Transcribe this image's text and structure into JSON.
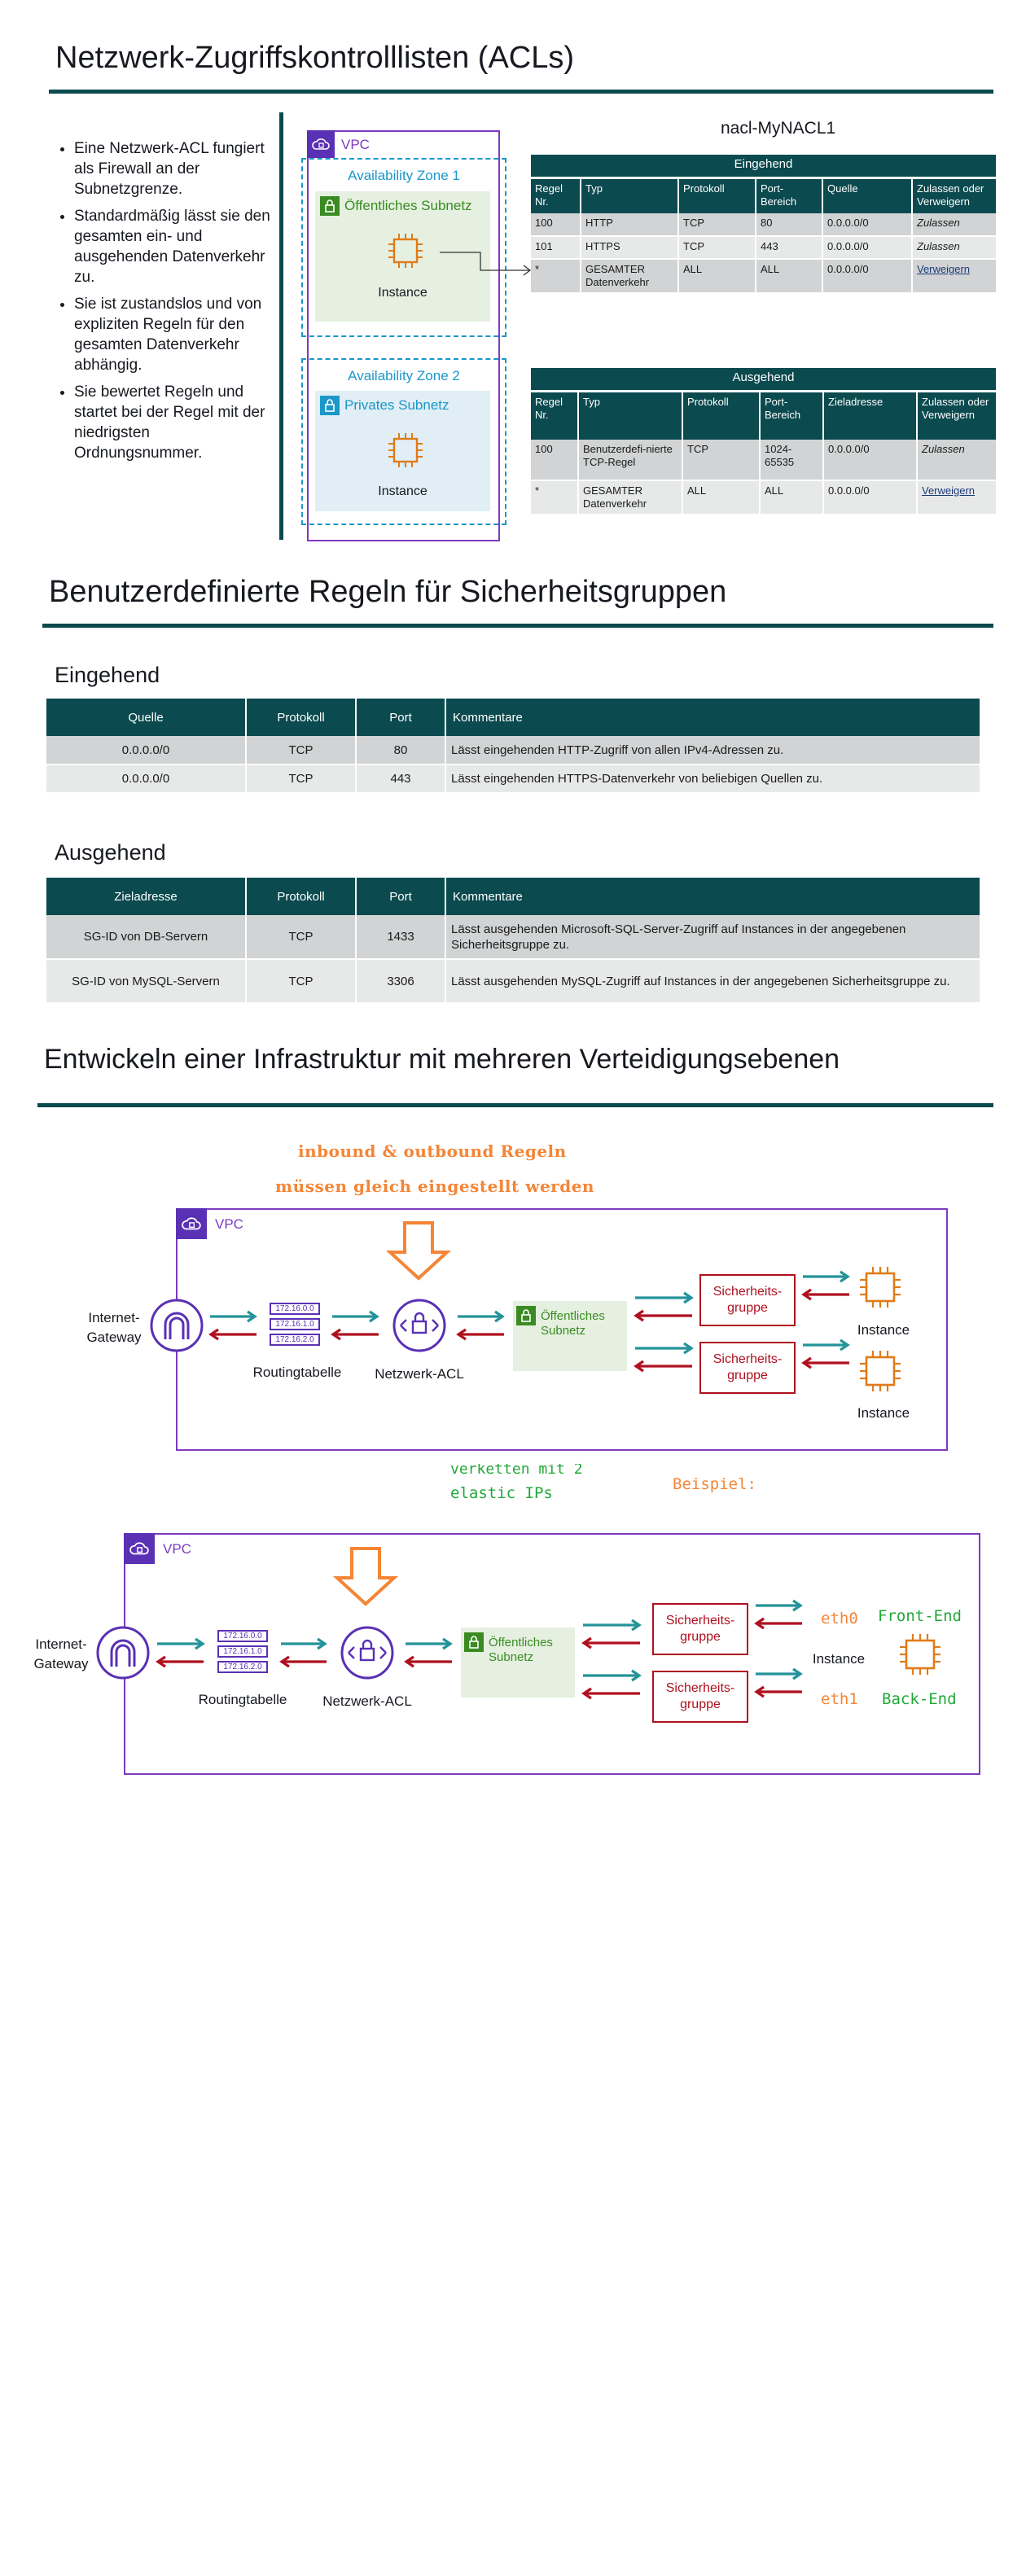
{
  "section1": {
    "title": "Netzwerk-Zugriffskontrolllisten (ACLs)",
    "bullets": [
      "Eine Netzwerk-ACL fungiert als Firewall an der Subnetzgrenze.",
      "Standardmäßig lässt sie den gesamten ein- und ausgehenden Datenverkehr zu.",
      "Sie ist zustandslos und von expliziten Regeln für den gesamten Datenverkehr abhängig.",
      "Sie bewertet Regeln und startet bei der Regel mit der niedrigsten Ordnungsnummer."
    ],
    "vpc_label": "VPC",
    "az1_label": "Availability Zone 1",
    "az2_label": "Availability Zone 2",
    "public_subnet_label": "Öffentliches Subnetz",
    "private_subnet_label": "Privates Subnetz",
    "instance_label": "Instance",
    "nacl_title": "nacl-MyNACL1",
    "inbound": {
      "caption": "Eingehend",
      "headers": [
        "Regel Nr.",
        "Typ",
        "Protokoll",
        "Port-Bereich",
        "Quelle",
        "Zulassen oder Verweigern"
      ],
      "rows": [
        [
          "100",
          "HTTP",
          "TCP",
          "80",
          "0.0.0.0/0",
          "Zulassen"
        ],
        [
          "101",
          "HTTPS",
          "TCP",
          "443",
          "0.0.0.0/0",
          "Zulassen"
        ],
        [
          "*",
          "GESAMTER Datenverkehr",
          "ALL",
          "ALL",
          "0.0.0.0/0",
          "Verweigern"
        ]
      ]
    },
    "outbound": {
      "caption": "Ausgehend",
      "headers": [
        "Regel Nr.",
        "Typ",
        "Protokoll",
        "Port-Bereich",
        "Zieladresse",
        "Zulassen oder Verweigern"
      ],
      "rows": [
        [
          "100",
          "Benutzerdefi-nierte TCP-Regel",
          "TCP",
          "1024-65535",
          "0.0.0.0/0",
          "Zulassen"
        ],
        [
          "*",
          "GESAMTER Datenverkehr",
          "ALL",
          "ALL",
          "0.0.0.0/0",
          "Verweigern"
        ]
      ]
    }
  },
  "section2": {
    "title": "Benutzerdefinierte Regeln für Sicherheitsgruppen",
    "inbound_heading": "Eingehend",
    "inbound_headers": [
      "Quelle",
      "Protokoll",
      "Port",
      "Kommentare"
    ],
    "inbound_rows": [
      [
        "0.0.0.0/0",
        "TCP",
        "80",
        "Lässt eingehenden HTTP-Zugriff von allen IPv4-Adressen zu."
      ],
      [
        "0.0.0.0/0",
        "TCP",
        "443",
        "Lässt eingehenden HTTPS-Datenverkehr von beliebigen Quellen zu."
      ]
    ],
    "outbound_heading": "Ausgehend",
    "outbound_headers": [
      "Zieladresse",
      "Protokoll",
      "Port",
      "Kommentare"
    ],
    "outbound_rows": [
      [
        "SG-ID von DB-Servern",
        "TCP",
        "1433",
        "Lässt ausgehenden Microsoft-SQL-Server-Zugriff auf Instances in der angegebenen Sicherheitsgruppe zu."
      ],
      [
        "SG-ID von MySQL-Servern",
        "TCP",
        "3306",
        "Lässt ausgehenden MySQL-Zugriff auf Instances in der angegebenen Sicherheitsgruppe zu."
      ]
    ]
  },
  "section3": {
    "title": "Entwickeln einer Infrastruktur mit mehreren Verteidigungsebenen",
    "note_line1": "inbound & outbound Regeln",
    "note_line2": "müssen gleich eingestellt werden",
    "vpc_label": "VPC",
    "igw_label": "Internet-Gateway",
    "routing_label": "Routingtabelle",
    "routes": [
      "172.16.0.0",
      "172.16.1.0",
      "172.16.2.0"
    ],
    "nacl_label": "Netzwerk-ACL",
    "public_subnet_label": "Öffentliches Subnetz",
    "sg_label": "Sicherheits-gruppe",
    "instance_label": "Instance",
    "example_note_line1": "verketten mit 2",
    "example_note_line2": "elastic IPs",
    "example_label": "Beispiel:",
    "eth0": "eth0",
    "eth1": "eth1",
    "front_end": "Front-End",
    "back_end": "Back-End"
  },
  "colors": {
    "teal_dark": "#0b4a4f",
    "vpc_purple": "#7d3ac1",
    "az_blue": "#1b97c9",
    "subnet_green": "#3a8b22",
    "instance_orange": "#e07b18",
    "sg_red": "#b0101f",
    "arrow_teal": "#24939a",
    "note_orange": "#f58536",
    "note_green": "#22a83a"
  }
}
